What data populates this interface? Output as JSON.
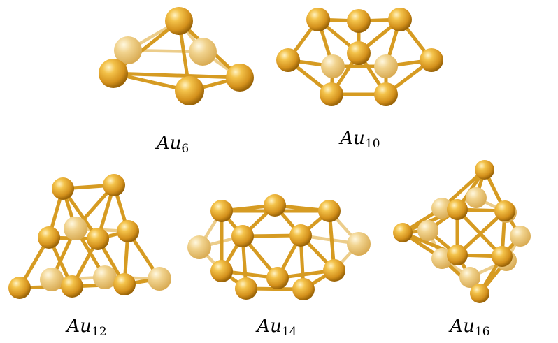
{
  "figure": {
    "clusters": [
      {
        "id": "au6",
        "element": "Au",
        "subscript": "6"
      },
      {
        "id": "au10",
        "element": "Au",
        "subscript": "10"
      },
      {
        "id": "au12",
        "element": "Au",
        "subscript": "12"
      },
      {
        "id": "au14",
        "element": "Au",
        "subscript": "14"
      },
      {
        "id": "au16",
        "element": "Au",
        "subscript": "16"
      }
    ],
    "colors": {
      "atom": "#e3a52a",
      "atom_highlight": "#fff3c4",
      "atom_shadow": "#9a6408",
      "bond": "#d69b22",
      "background": "#ffffff"
    }
  }
}
